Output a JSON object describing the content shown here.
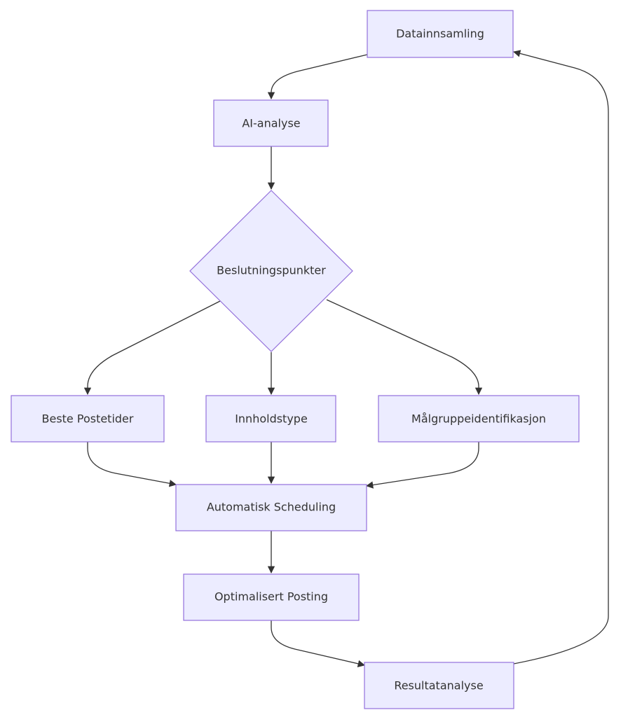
{
  "colors": {
    "node_fill": "#ECECFF",
    "node_stroke": "#9370DB",
    "edge": "#333333",
    "text": "#333333",
    "background": "#ffffff"
  },
  "nodes": {
    "datainnsamling": "Datainnsamling",
    "ai_analyse": "AI-analyse",
    "beslutningspunkter": "Beslutningspunkter",
    "beste_postetider": "Beste Postetider",
    "innholdstype": "Innholdstype",
    "malgruppeidentifikasjon": "Målgruppeidentifikasjon",
    "automatisk_scheduling": "Automatisk Scheduling",
    "optimalisert_posting": "Optimalisert Posting",
    "resultatanalyse": "Resultatanalyse"
  },
  "edges": [
    {
      "from": "Datainnsamling",
      "to": "AI-analyse"
    },
    {
      "from": "AI-analyse",
      "to": "Beslutningspunkter"
    },
    {
      "from": "Beslutningspunkter",
      "to": "Beste Postetider"
    },
    {
      "from": "Beslutningspunkter",
      "to": "Innholdstype"
    },
    {
      "from": "Beslutningspunkter",
      "to": "Målgruppeidentifikasjon"
    },
    {
      "from": "Beste Postetider",
      "to": "Automatisk Scheduling"
    },
    {
      "from": "Innholdstype",
      "to": "Automatisk Scheduling"
    },
    {
      "from": "Målgruppeidentifikasjon",
      "to": "Automatisk Scheduling"
    },
    {
      "from": "Automatisk Scheduling",
      "to": "Optimalisert Posting"
    },
    {
      "from": "Optimalisert Posting",
      "to": "Resultatanalyse"
    },
    {
      "from": "Resultatanalyse",
      "to": "Datainnsamling"
    }
  ]
}
